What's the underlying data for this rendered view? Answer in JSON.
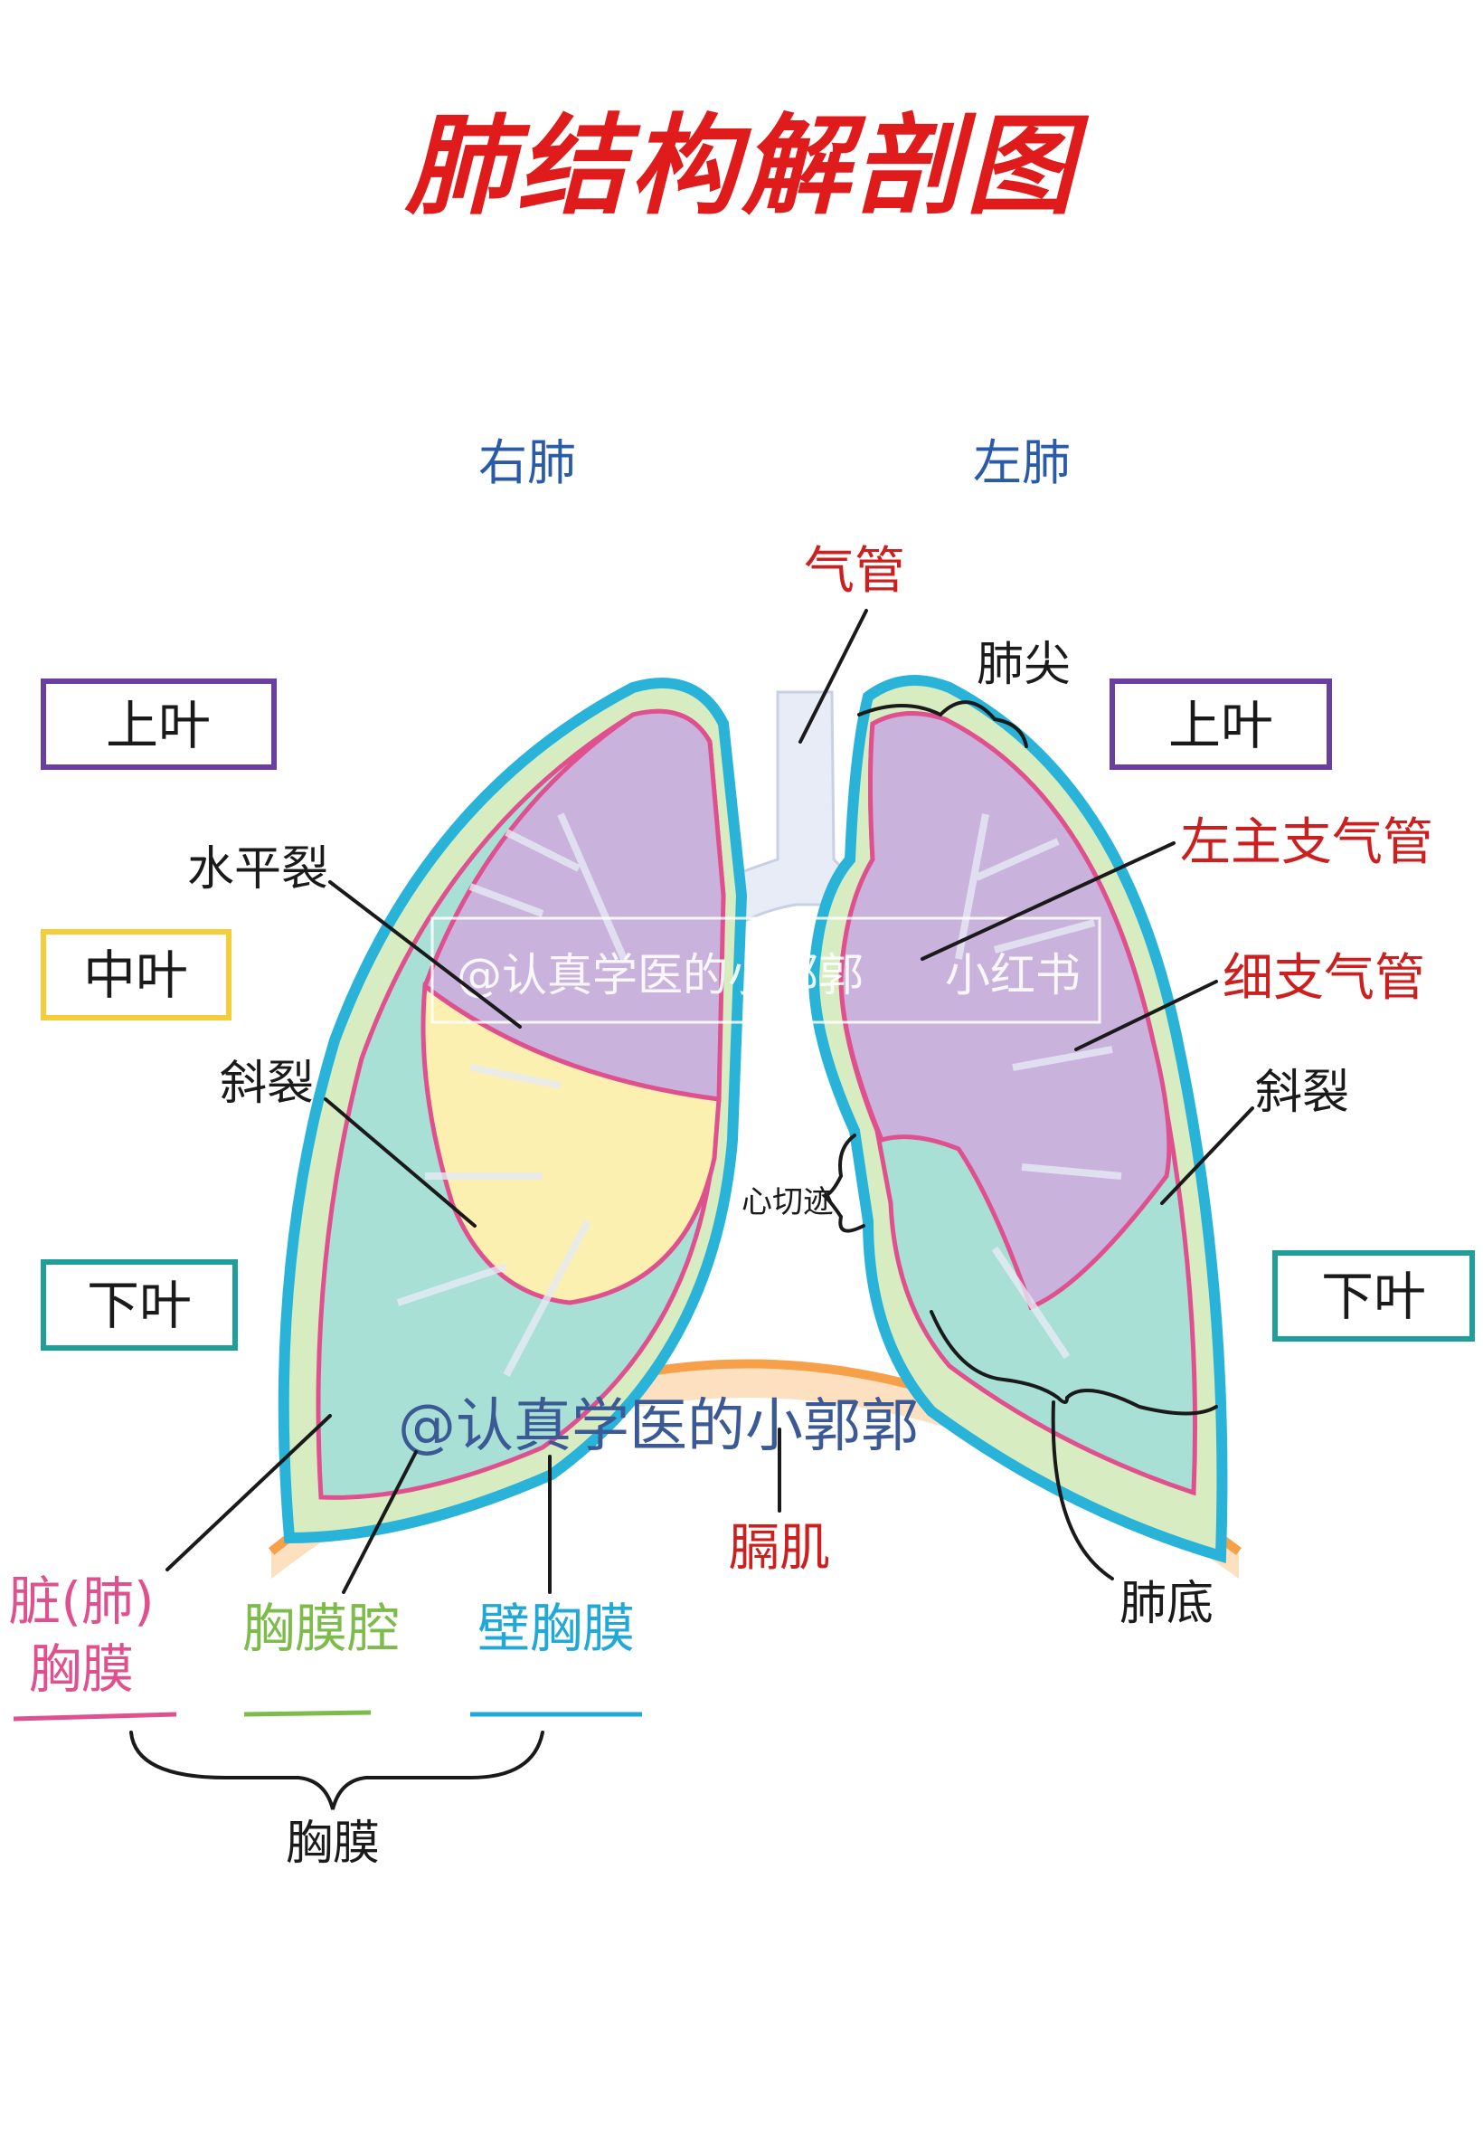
{
  "title": "肺结构解剖图",
  "sides": {
    "right_lung": "右肺",
    "left_lung": "左肺"
  },
  "lobes": {
    "right_upper": "上叶",
    "right_middle": "中叶",
    "right_lower": "下叶",
    "left_upper": "上叶",
    "left_lower": "下叶"
  },
  "labels": {
    "trachea": "气管",
    "apex": "肺尖",
    "left_main_bronchus": "左主支气管",
    "bronchiole": "细支气管",
    "horizontal_fissure": "水平裂",
    "oblique_fissure_right": "斜裂",
    "oblique_fissure_left": "斜裂",
    "cardiac_notch": "心切迹",
    "diaphragm": "膈肌",
    "base": "肺底",
    "visceral_pleura_line1": "脏(肺)",
    "visceral_pleura_line2": "胸膜",
    "pleural_cavity": "胸膜腔",
    "parietal_pleura": "壁胸膜",
    "pleura": "胸膜"
  },
  "watermarks": {
    "overlay": "@认真学医的小郭郭",
    "overlay_brand": "小红书",
    "bottom": "@认真学医的小郭郭"
  },
  "colors": {
    "title": "#e01b1b",
    "upper_lobe": "#c9b3dc",
    "middle_lobe": "#fbf0b0",
    "lower_lobe": "#a9e0d6",
    "pleura_outer": "#29b3d9",
    "visceral": "#e0508e",
    "cavity": "#d7ecc0",
    "diaphragm": "#f6a04a",
    "lobe_box_upper": "#6a3fa0",
    "lobe_box_middle": "#f5cc3a",
    "lobe_box_lower": "#1f9e9a"
  }
}
